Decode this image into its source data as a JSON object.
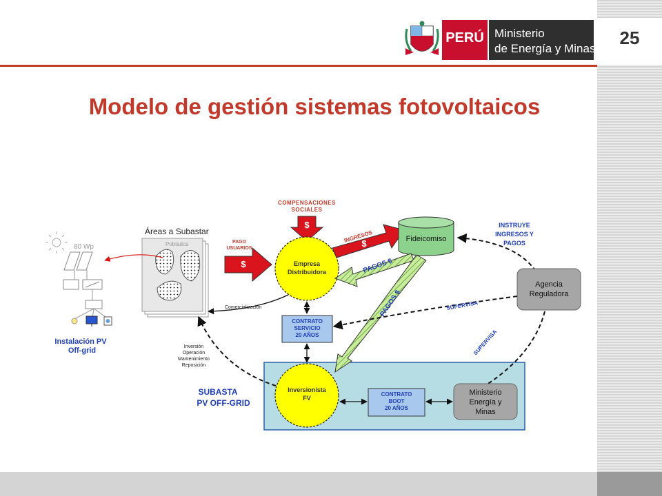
{
  "page_number": "25",
  "logo": {
    "country": "PERÚ",
    "ministry_line1": "Ministerio",
    "ministry_line2": "de Energía y Minas"
  },
  "title": "Modelo de gestión sistemas fotovoltaicos",
  "colors": {
    "accent_red": "#c0392b",
    "flag_red": "#c8102e",
    "dark_gray": "#2f2f2f",
    "blue_text": "#1f3fb5",
    "entity_yellow": "#ffff00",
    "trust_green": "#8cd18c",
    "contract_blue": "#a9c8ee",
    "subasta_bg": "#b7dde4"
  },
  "diagram": {
    "pv": {
      "panel_label": "80 Wp",
      "caption_line1": "Instalación PV",
      "caption_line2": "Off-grid"
    },
    "areas": {
      "title": "Áreas a Subastar",
      "doc_label": "Poblados"
    },
    "compensaciones": {
      "line1": "COMPENSACIONES",
      "line2": "SOCIALES",
      "symbol": "$"
    },
    "pago_usuarios": {
      "line1": "PAGO",
      "line2": "USUARIOS",
      "symbol": "$"
    },
    "empresa": {
      "line1": "Empresa",
      "line2": "Distribuidora"
    },
    "ingresos": {
      "label": "INGRESOS",
      "symbol": "$"
    },
    "fideicomiso": "Fideicomiso",
    "pagos_1": "PAGOS  $",
    "pagos_2": "PAGOS  $",
    "instruye": {
      "line1": "INSTRUYE",
      "line2": "INGRESOS Y",
      "line3": "PAGOS"
    },
    "agencia": {
      "line1": "Agencia",
      "line2": "Reguladora"
    },
    "supervisa_1": "SUPERVISA",
    "supervisa_2": "SUPERVISA",
    "comercializacion": "Comercialización",
    "contrato_servicio": {
      "line1": "CONTRATO",
      "line2": "SERVICIO",
      "line3": "20 AÑOS"
    },
    "inversion": {
      "line1": "Inversión",
      "line2": "Operación",
      "line3": "Mantenimiento",
      "line4": "Reposición"
    },
    "subasta": {
      "line1": "SUBASTA",
      "line2": "PV OFF-GRID"
    },
    "inversionista": {
      "line1": "Inversionista",
      "line2": "FV"
    },
    "contrato_boot": {
      "line1": "CONTRATO",
      "line2": "BOOT",
      "line3": "20 AÑOS"
    },
    "ministerio": {
      "line1": "Ministerio",
      "line2": "Energía y",
      "line3": "Minas"
    }
  }
}
